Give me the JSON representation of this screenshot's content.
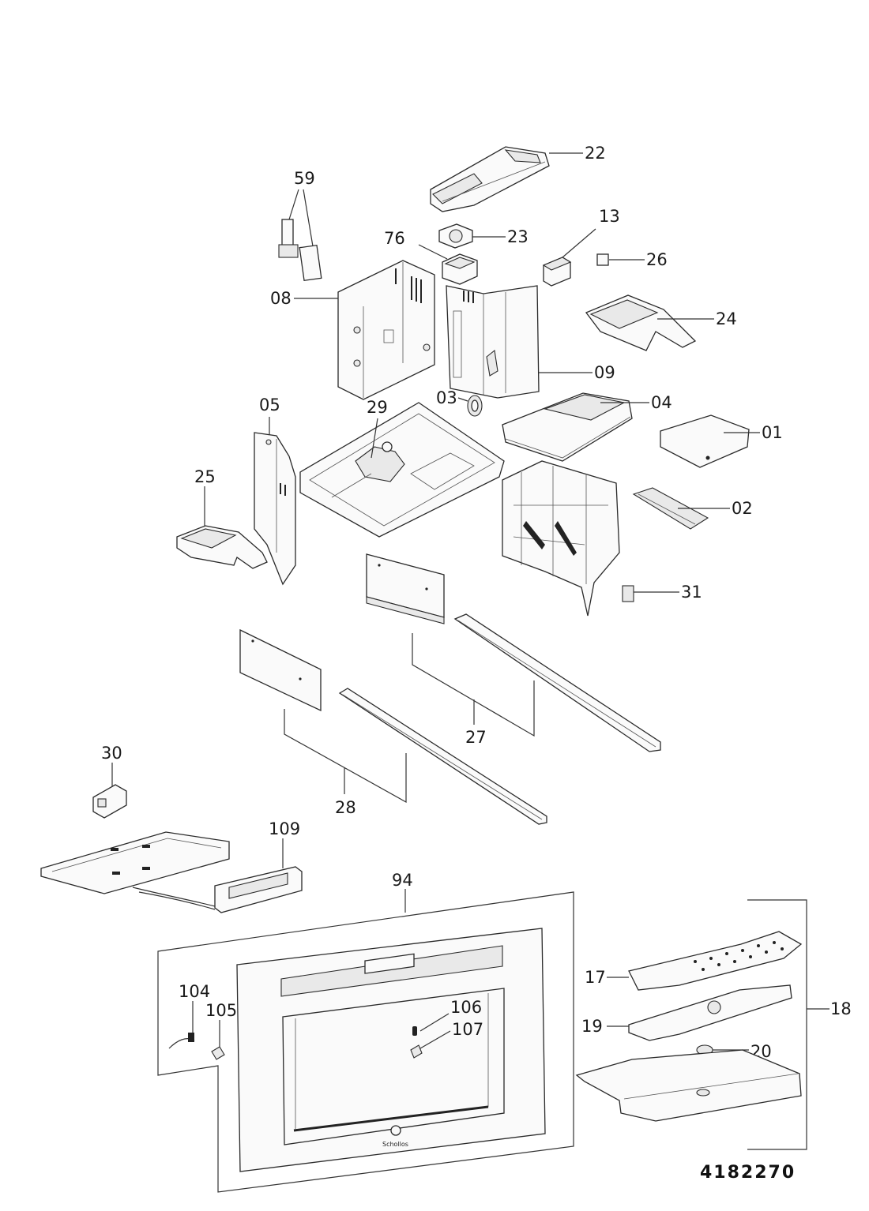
{
  "document_code": "4182270",
  "brand_text": "Schollos",
  "labels": {
    "p01": "01",
    "p02": "02",
    "p03": "03",
    "p04": "04",
    "p05": "05",
    "p08": "08",
    "p09": "09",
    "p13": "13",
    "p17": "17",
    "p18": "18",
    "p19": "19",
    "p20": "20",
    "p22": "22",
    "p23": "23",
    "p24": "24",
    "p25": "25",
    "p26": "26",
    "p27": "27",
    "p28": "28",
    "p29": "29",
    "p30": "30",
    "p31": "31",
    "p59": "59",
    "p76": "76",
    "p94": "94",
    "p104": "104",
    "p105": "105",
    "p106": "106",
    "p107": "107",
    "p109": "109"
  }
}
